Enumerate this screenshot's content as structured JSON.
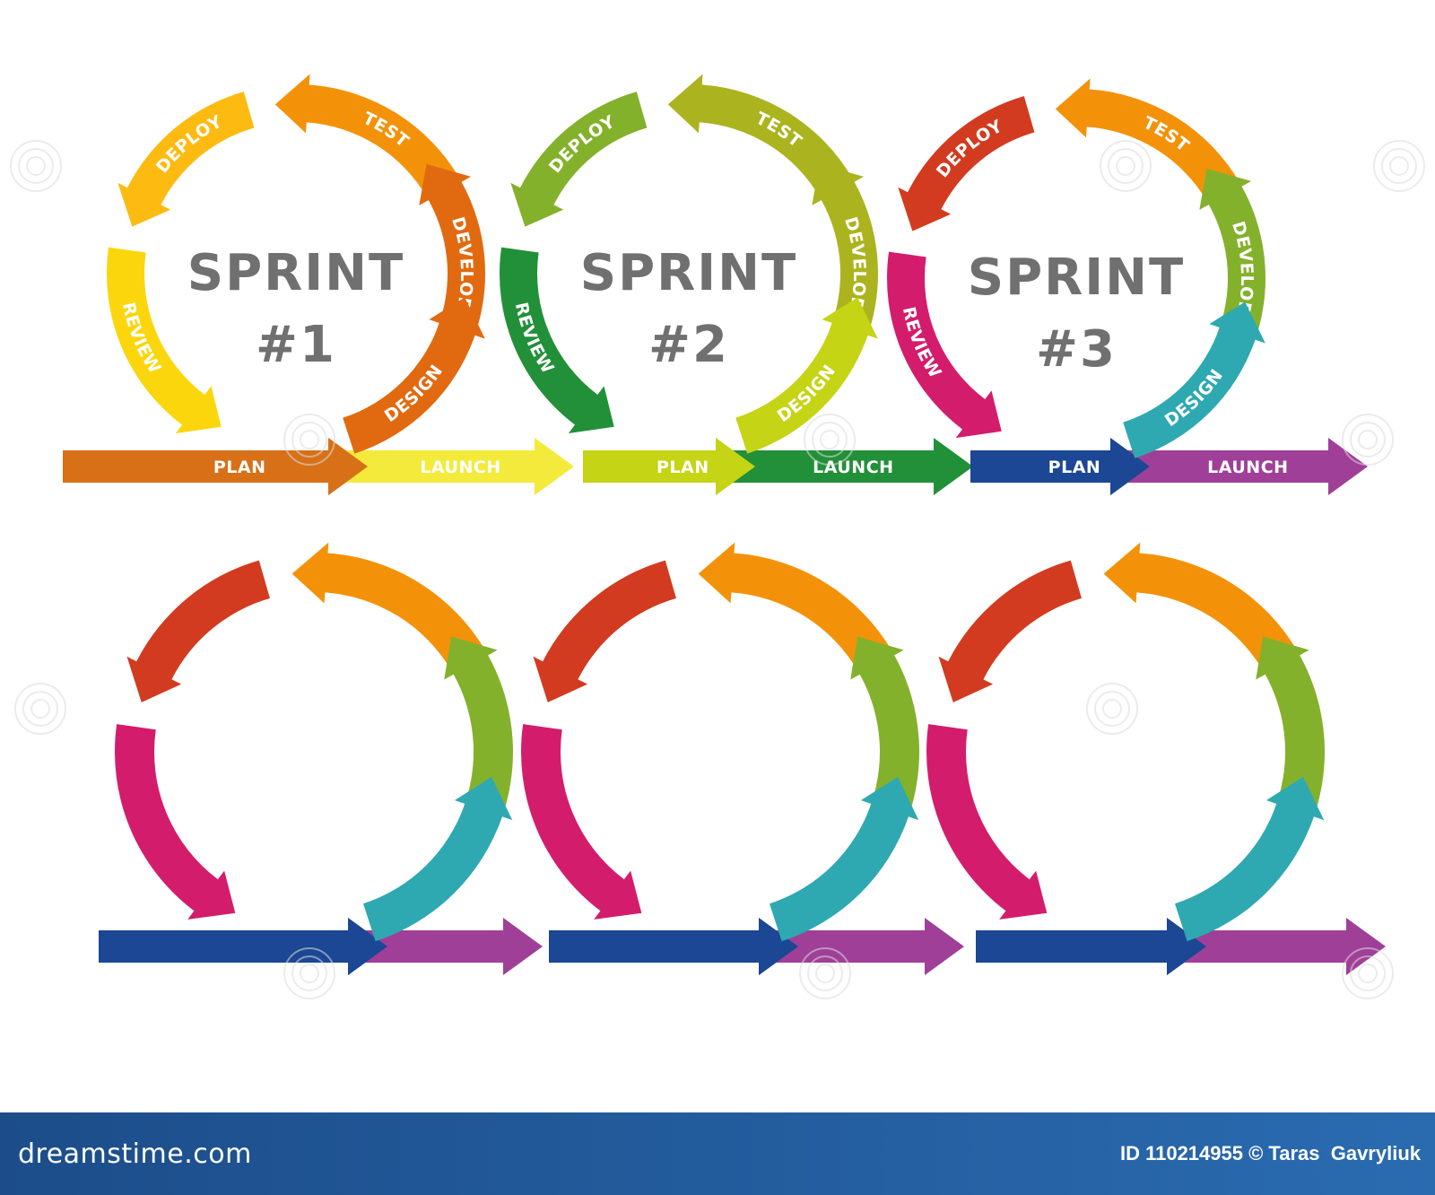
{
  "colors": {
    "red": "#d23b1f",
    "orange": "#f39209",
    "orangeDark": "#e16a10",
    "yellow": "#fcd60d",
    "yellowGold": "#fdbb11",
    "lightYellow": "#f4ea3c",
    "lime": "#c5d415",
    "olive": "#abb41f",
    "green": "#84b12b",
    "darkGreen": "#229038",
    "teal": "#2ea9b1",
    "magenta": "#d31d6c",
    "purple": "#a03f98",
    "navy": "#1b4794",
    "brown": "#d87018",
    "title": "#707070",
    "footer": "#1c4d8a"
  },
  "cycles": [
    {
      "title_line1": "SPRINT",
      "title_line2": "#1",
      "segments": [
        {
          "label": "TEST",
          "color": "orange"
        },
        {
          "label": "DEVELOP",
          "color": "orangeDark"
        },
        {
          "label": "DESIGN",
          "color": "orangeDark"
        },
        {
          "label": "REVIEW",
          "color": "yellow"
        },
        {
          "label": "DEPLOY",
          "color": "yellowGold"
        }
      ],
      "arrows": [
        {
          "label": "PLAN",
          "color": "brown"
        },
        {
          "label": "LAUNCH",
          "color": "lightYellow"
        }
      ]
    },
    {
      "title_line1": "SPRINT",
      "title_line2": "#2",
      "segments": [
        {
          "label": "TEST",
          "color": "olive"
        },
        {
          "label": "DEVELOP",
          "color": "olive"
        },
        {
          "label": "DESIGN",
          "color": "lime"
        },
        {
          "label": "REVIEW",
          "color": "darkGreen"
        },
        {
          "label": "DEPLOY",
          "color": "green"
        }
      ],
      "arrows": [
        {
          "label": "PLAN",
          "color": "lime"
        },
        {
          "label": "LAUNCH",
          "color": "darkGreen"
        }
      ]
    },
    {
      "title_line1": "SPRINT",
      "title_line2": "#3",
      "segments": [
        {
          "label": "TEST",
          "color": "orange"
        },
        {
          "label": "DEVELOP",
          "color": "green"
        },
        {
          "label": "DESIGN",
          "color": "teal"
        },
        {
          "label": "REVIEW",
          "color": "magenta"
        },
        {
          "label": "DEPLOY",
          "color": "red"
        }
      ],
      "arrows": [
        {
          "label": "PLAN",
          "color": "navy"
        },
        {
          "label": "LAUNCH",
          "color": "purple"
        }
      ]
    },
    {
      "segments": [
        {
          "color": "orange"
        },
        {
          "color": "green"
        },
        {
          "color": "teal"
        },
        {
          "color": "magenta"
        },
        {
          "color": "red"
        }
      ],
      "arrows": [
        {
          "color": "navy"
        },
        {
          "color": "purple"
        }
      ]
    },
    {
      "segments": [
        {
          "color": "orange"
        },
        {
          "color": "green"
        },
        {
          "color": "teal"
        },
        {
          "color": "magenta"
        },
        {
          "color": "red"
        }
      ],
      "arrows": [
        {
          "color": "navy"
        },
        {
          "color": "purple"
        }
      ]
    },
    {
      "segments": [
        {
          "color": "orange"
        },
        {
          "color": "green"
        },
        {
          "color": "teal"
        },
        {
          "color": "magenta"
        },
        {
          "color": "red"
        }
      ],
      "arrows": [
        {
          "color": "navy"
        },
        {
          "color": "purple"
        }
      ]
    }
  ],
  "watermark": {
    "brand": "dreamstime"
  },
  "footer": {
    "brand": "dreamstime.com",
    "credit": "ID 110214955 © Taras  Gavryliuk"
  }
}
